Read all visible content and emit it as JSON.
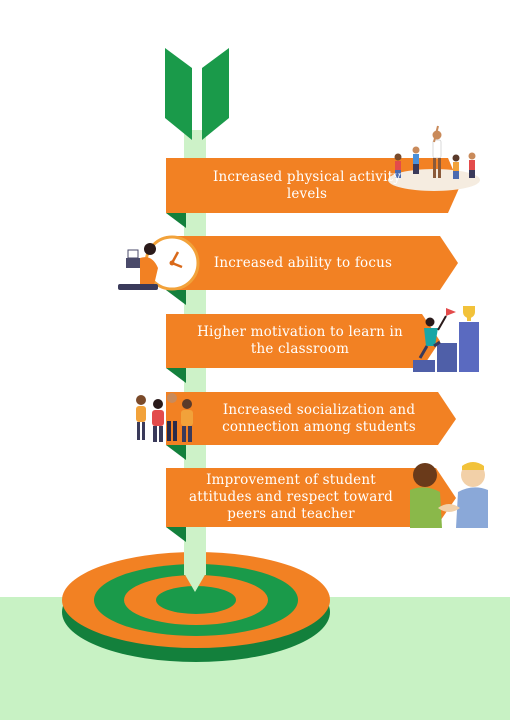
{
  "colors": {
    "orange": "#f28123",
    "orange_dark": "#d9691a",
    "green": "#1a9a4a",
    "green_dark": "#13803c",
    "pole": "#cdf2c8",
    "ground": "#c8f2c4"
  },
  "signs": [
    {
      "text": "Increased physical activity levels",
      "illustration": "children-exercising-icon"
    },
    {
      "text": "Increased ability to focus",
      "illustration": "clock-and-student-icon"
    },
    {
      "text": "Higher motivation to learn in the classroom",
      "illustration": "climbing-podium-trophy-icon"
    },
    {
      "text": "Increased socialization and connection among students",
      "illustration": "group-of-students-icon"
    },
    {
      "text": "Improvement of student attitudes and respect toward peers and teacher",
      "illustration": "handshake-icon"
    }
  ]
}
